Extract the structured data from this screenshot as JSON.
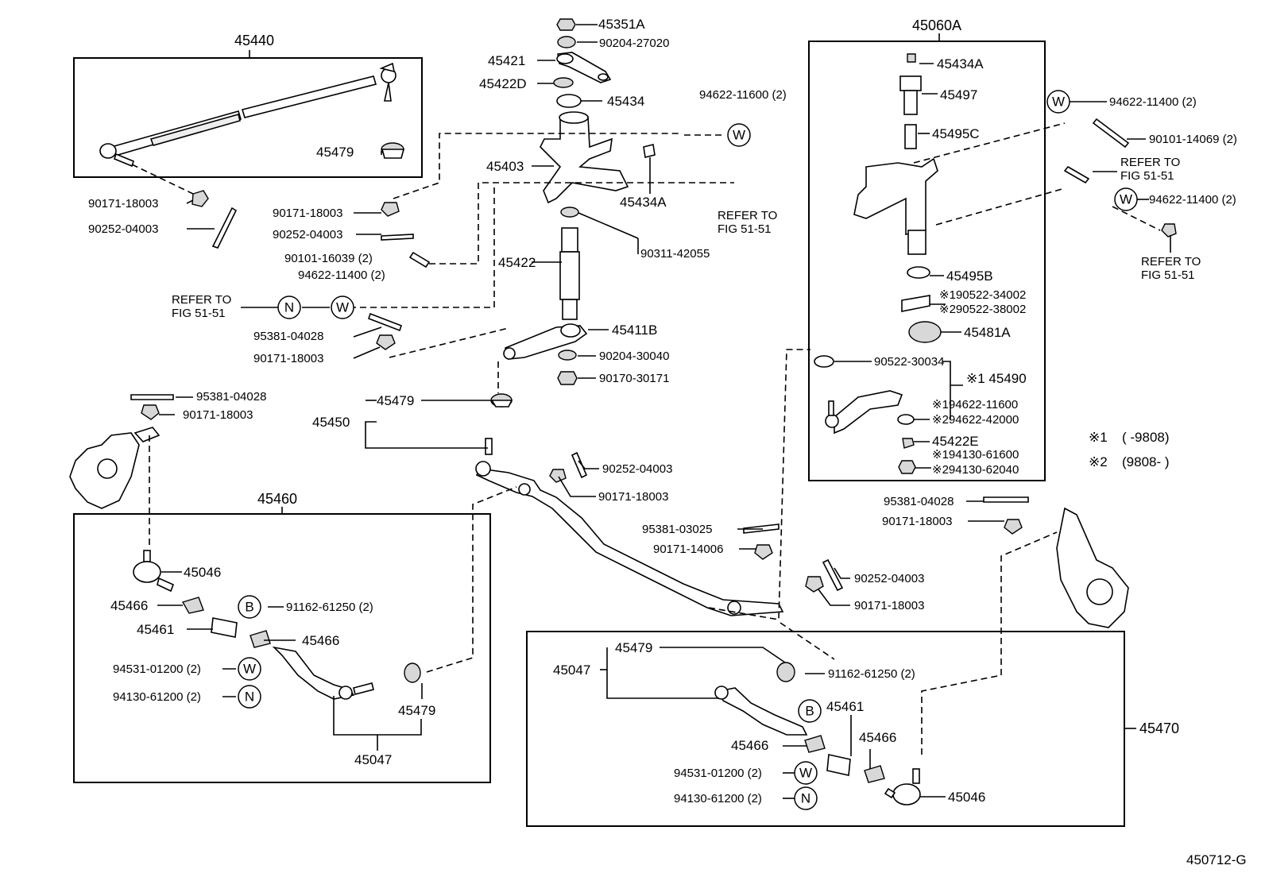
{
  "labels": {
    "g_45440": "45440",
    "g_45060A": "45060A",
    "g_45460": "45460",
    "g_45470": "45470",
    "p_45351A": "45351A",
    "p_90204_27020": "90204-27020",
    "p_45421": "45421",
    "p_45422D": "45422D",
    "p_45434": "45434",
    "p_94622_11600_2": "94622-11600 (2)",
    "p_45403": "45403",
    "p_45434A_a": "45434A",
    "p_45479_a": "45479",
    "p_90171_18003_a": "90171-18003",
    "p_90252_04003_a": "90252-04003",
    "p_90171_18003_b": "90171-18003",
    "p_90252_04003_b": "90252-04003",
    "p_90101_16039_2": "90101-16039 (2)",
    "p_94622_11400_2_a": "94622-11400 (2)",
    "p_90311_42055": "90311-42055",
    "p_45422": "45422",
    "p_95381_04028_a": "95381-04028",
    "p_90171_18003_c": "90171-18003",
    "p_45411B": "45411B",
    "p_90204_30040": "90204-30040",
    "p_90170_30171": "90170-30171",
    "p_95381_04028_b": "95381-04028",
    "p_90171_18003_d": "90171-18003",
    "p_45479_b": "45479",
    "p_45450": "45450",
    "p_90252_04003_c": "90252-04003",
    "p_90171_18003_e": "90171-18003",
    "p_95381_03025": "95381-03025",
    "p_90171_14006": "90171-14006",
    "p_90252_04003_d": "90252-04003",
    "p_90171_18003_f": "90171-18003",
    "p_45434A_b": "45434A",
    "p_45497": "45497",
    "p_45495C": "45495C",
    "p_45495B": "45495B",
    "p_1_90522_34002": "※190522-34002",
    "p_2_90522_38002": "※290522-38002",
    "p_45481A": "45481A",
    "p_90522_30034": "90522-30034",
    "p_1_45490": "※1 45490",
    "p_1_94622_11600": "※194622-11600",
    "p_2_94622_42000": "※294622-42000",
    "p_45422E": "45422E",
    "p_1_94130_61600": "※194130-61600",
    "p_2_94130_62040": "※294130-62040",
    "note_1_code": "※1",
    "note_1_range": "(      -9808)",
    "note_2_code": "※2",
    "note_2_range": "(9808-       )",
    "p_94622_11400_2_b": "94622-11400 (2)",
    "p_90101_14069_2": "90101-14069 (2)",
    "refer_a_1": "REFER TO",
    "refer_a_2": "FIG 51-51",
    "p_94622_11400_2_c": "94622-11400 (2)",
    "refer_b_1": "REFER TO",
    "refer_b_2": "FIG 51-51",
    "refer_c_1": "REFER TO",
    "refer_c_2": "FIG 51-51",
    "refer_d_1": "REFER TO",
    "refer_d_2": "FIG 51-51",
    "p_95381_04028_c": "95381-04028",
    "p_90171_18003_g": "90171-18003",
    "p_45046_a": "45046",
    "p_45466_a": "45466",
    "p_91162_61250_2_a": "91162-61250 (2)",
    "p_45461_a": "45461",
    "p_45466_b": "45466",
    "p_94531_01200_2_a": "94531-01200 (2)",
    "p_94130_61200_2_a": "94130-61200 (2)",
    "p_45479_c": "45479",
    "p_45047_a": "45047",
    "p_45479_d": "45479",
    "p_45047_b": "45047",
    "p_91162_61250_2_b": "91162-61250 (2)",
    "p_45461_b": "45461",
    "p_45466_c": "45466",
    "p_45466_d": "45466",
    "p_94531_01200_2_b": "94531-01200 (2)",
    "p_94130_61200_2_b": "94130-61200 (2)",
    "p_45046_b": "45046",
    "drawing_id": "450712-G"
  },
  "markers": {
    "W": "W",
    "N": "N",
    "B": "B"
  }
}
